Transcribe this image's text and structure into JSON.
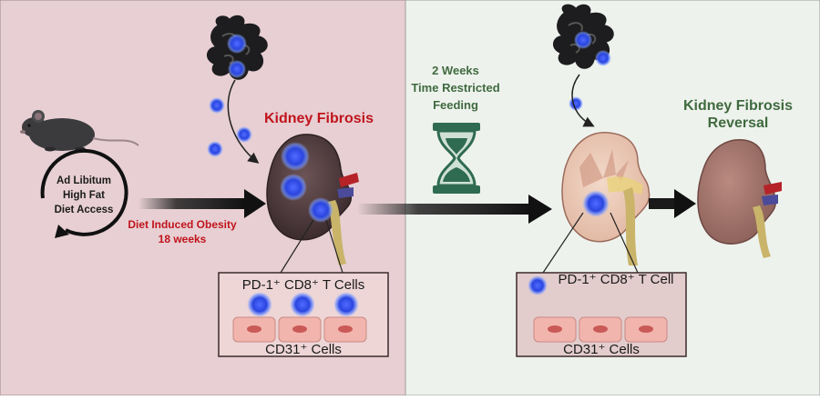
{
  "colors": {
    "left_panel_bg": "#e7cfd3",
    "right_panel_bg": "#eef2ed",
    "red_text": "#c0141c",
    "green_text": "#3f6a3e",
    "dark_text": "#1a1a1a",
    "cell_blue": "#3350e8",
    "kidney_dark": "#4f3a3c",
    "kidney_healthy": "#a97a72"
  },
  "left_panel": {
    "cycle_label_line1": "Ad Libitum",
    "cycle_label_line2": "High Fat",
    "cycle_label_line3": "Diet Access",
    "obesity_label_line1": "Diet Induced Obesity",
    "obesity_label_line2": "18 weeks",
    "kidney_title": "Kidney Fibrosis",
    "inset_tcells_label": "PD-1⁺ CD8⁺ T Cells",
    "inset_cd31_label": "CD31⁺ Cells"
  },
  "intervention": {
    "line1": "2 Weeks",
    "line2": "Time Restricted",
    "line3": "Feeding"
  },
  "right_panel": {
    "title_line1": "Kidney Fibrosis",
    "title_line2": "Reversal",
    "inset_tcell_label": "PD-1⁺ CD8⁺ T Cell",
    "inset_cd31_label": "CD31⁺ Cells"
  },
  "icons": {
    "mouse": "mouse-icon",
    "gut": "intestine-icon",
    "hourglass": "hourglass-icon",
    "kidney": "kidney-icon",
    "immune_cell": "t-cell-icon",
    "endothelial": "endothelial-cell-icon"
  }
}
